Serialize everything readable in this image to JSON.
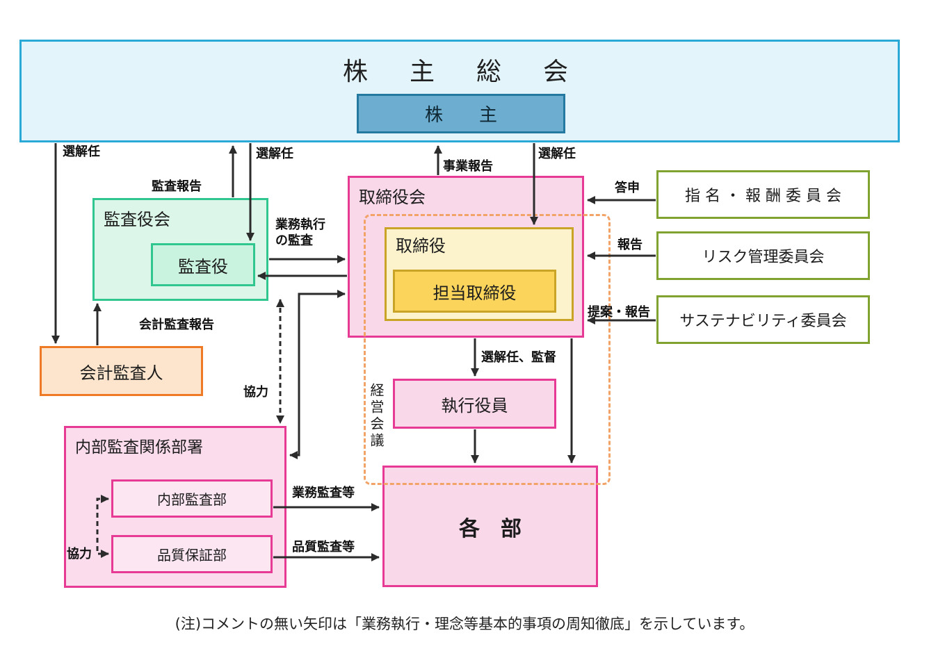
{
  "nodes": {
    "shareholders_meeting": "株　主　総　会",
    "shareholders": "株　　主",
    "audit_board": "監査役会",
    "auditors": "監査役",
    "board_of_directors": "取締役会",
    "directors": "取締役",
    "directors_in_charge": "担当取締役",
    "nomination_compensation_committee": "指 名 ・ 報 酬 委 員 会",
    "risk_management_committee": "リスク管理委員会",
    "sustainability_committee": "サステナビリティ委員会",
    "accounting_auditor": "会計監査人",
    "internal_audit_departments": "内部監査関係部署",
    "internal_audit_dept": "内部監査部",
    "quality_assurance_dept": "品質保証部",
    "executive_officers": "執行役員",
    "management_meeting": "経営会議",
    "each_department": "各　部"
  },
  "edge_labels": {
    "appoint_dismiss_accounting": "選解任",
    "audit_report": "監査報告",
    "appoint_dismiss_auditors": "選解任",
    "business_execution_audit": "業務執行\nの監査",
    "business_report": "事業報告",
    "appoint_dismiss_directors": "選解任",
    "advisory_report": "答申",
    "report": "報告",
    "proposal_report": "提案・報告",
    "accounting_audit_report": "会計監査報告",
    "cooperation_mid": "協力",
    "appoint_dismiss_supervise": "選解任、監督",
    "business_audit": "業務監査等",
    "quality_audit": "品質監査等",
    "cooperation_bottom": "協力"
  },
  "note": "(注)コメントの無い矢印は「業務執行・理念等基本的事項の周知徹底」を示しています。",
  "colors": {
    "cyan_border": "#2BA9D6",
    "cyan_fill": "#E3F4FB",
    "blue_fill": "#6CADD0",
    "blue_border": "#23799F",
    "green_border": "#2FC78F",
    "green_fill": "#DCF7E9",
    "green_fill_inner": "#C9F3DF",
    "pink_border": "#E73A95",
    "pink_fill": "#F9D8EA",
    "pink_fill_light": "#FBE6F2",
    "yellow_border": "#C9A427",
    "yellow_fill": "#FCF3CD",
    "yellow_fill_inner": "#FBD45B",
    "olive_border": "#7FA230",
    "orange_border": "#EE7A25",
    "orange_fill": "#FCE5CC",
    "dashed_group_border": "#F2A368",
    "arrow": "#2B2B2B"
  }
}
